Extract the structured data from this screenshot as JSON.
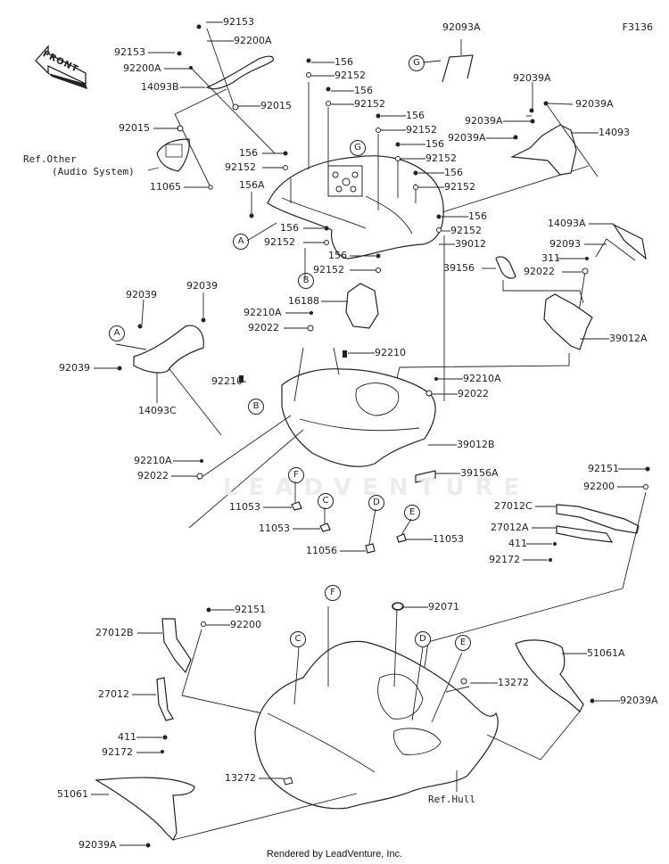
{
  "figure_id": "F3136",
  "front_label": "FRONT",
  "watermark": "LEADVENTURE",
  "footer": "Rendered by LeadVenture, Inc.",
  "references": {
    "audio": "Ref.Other\n(Audio System)",
    "audio_line1": "Ref.Other",
    "audio_line2": "(Audio System)",
    "hull": "Ref.Hull"
  },
  "callouts": [
    "A",
    "B",
    "C",
    "D",
    "E",
    "F",
    "G"
  ],
  "parts": {
    "p92153a": "92153",
    "p92153b": "92153",
    "p92200A_a": "92200A",
    "p92200A_b": "92200A",
    "p14093B": "14093B",
    "p92015a": "92015",
    "p92015b": "92015",
    "p11065": "11065",
    "p92093A": "92093A",
    "p92039A_1": "92039A",
    "p92039A_2": "92039A",
    "p92039A_3": "92039A",
    "p92039A_4": "92039A",
    "p14093": "14093",
    "p156_1": "156",
    "p92152_1": "92152",
    "p156_2": "156",
    "p92152_2": "92152",
    "p156_3": "156",
    "p92152_3": "92152",
    "p156_4": "156",
    "p92152_4": "92152",
    "p156_5": "156",
    "p92152_5": "92152",
    "p156_6": "156",
    "p92152_6": "92152",
    "p156_7": "156",
    "p92152_7": "92152",
    "p156A": "156A",
    "p156_8": "156",
    "p92152_8": "92152",
    "p156_9": "156",
    "p92152_9": "92152",
    "p39012": "39012",
    "p14093A": "14093A",
    "p92093": "92093",
    "p311": "311",
    "p39156": "39156",
    "p92022_1": "92022",
    "p39012A": "39012A",
    "p16188": "16188",
    "p92210A_1": "92210A",
    "p92022_2": "92022",
    "p92039_1": "92039",
    "p92039_2": "92039",
    "p92039_3": "92039",
    "p14093C": "14093C",
    "p92210_1": "92210",
    "p92210_2": "92210",
    "p92210A_2": "92210A",
    "p92022_3": "92022",
    "p39012B": "39012B",
    "p39156A": "39156A",
    "p92210A_3": "92210A",
    "p92022_4": "92022",
    "p11053_1": "11053",
    "p11053_2": "11053",
    "p11056": "11056",
    "p11053_3": "11053",
    "p92151_1": "92151",
    "p92200_1": "92200",
    "p27012C": "27012C",
    "p27012A": "27012A",
    "p411_1": "411",
    "p92172_1": "92172",
    "p92151_2": "92151",
    "p92200_2": "92200",
    "p27012B": "27012B",
    "p92071": "92071",
    "p27012": "27012",
    "p411_2": "411",
    "p92172_2": "92172",
    "p51061A": "51061A",
    "p13272_1": "13272",
    "p92039A_5": "92039A",
    "p13272_2": "13272",
    "p51061": "51061",
    "p92039A_6": "92039A"
  }
}
